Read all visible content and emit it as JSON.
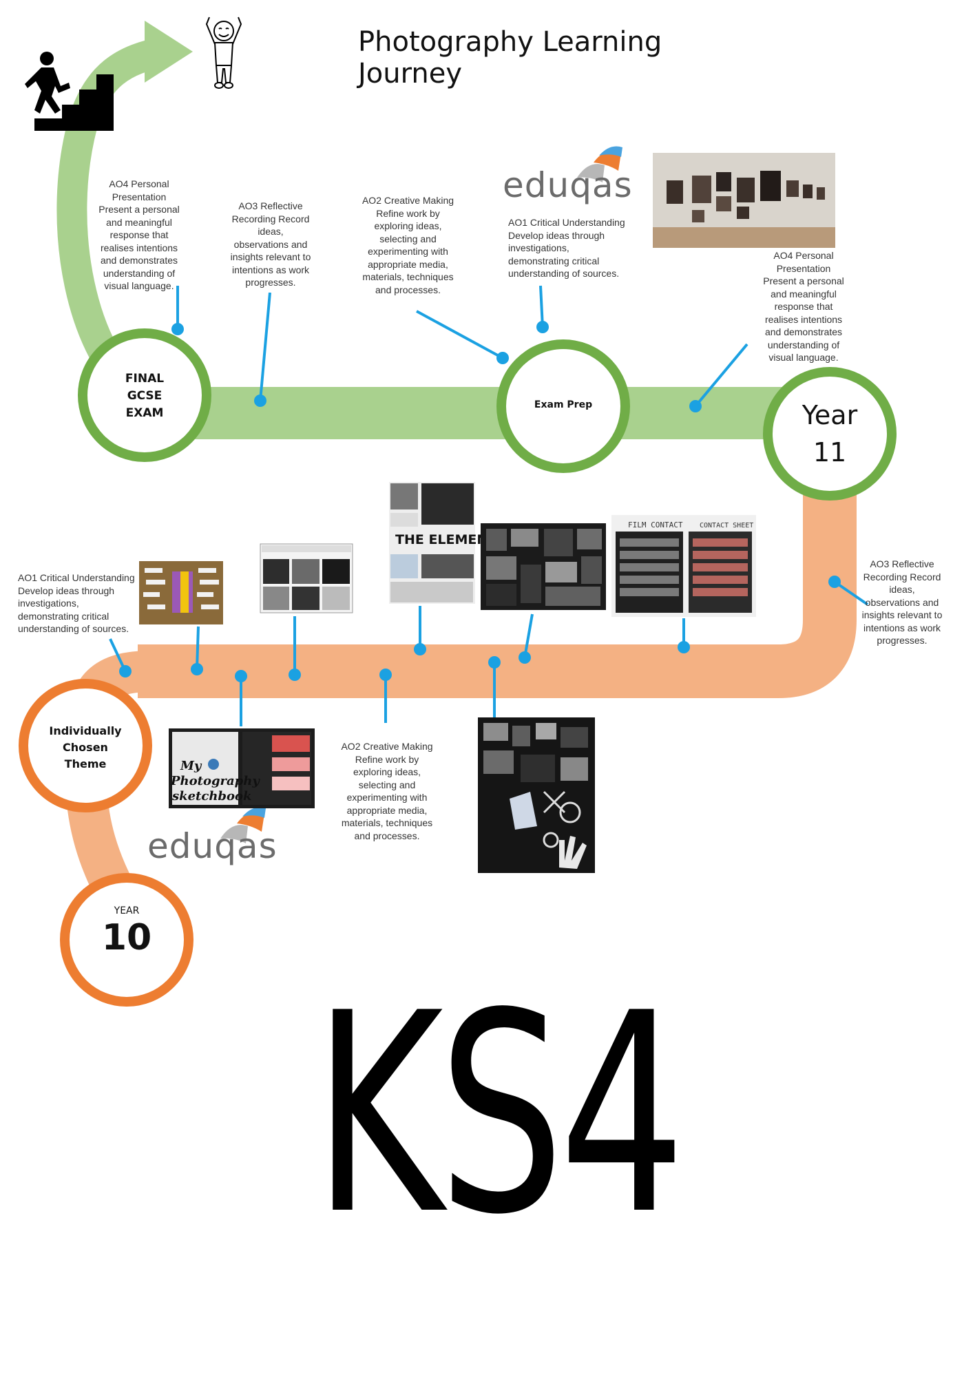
{
  "title": "Photography Learning Journey",
  "colors": {
    "green_path": "#a9d18e",
    "green_ring": "#70ad47",
    "orange_path": "#f4b183",
    "orange_ring": "#ed7d31",
    "connector": "#1ba1e2"
  },
  "icons": [
    "stairs-climber-icon",
    "cheering-person-icon",
    "up-arrow-icon"
  ],
  "nodes": {
    "final": [
      "FINAL",
      "GCSE",
      "EXAM"
    ],
    "exam_prep": "Exam Prep",
    "year11": [
      "Year",
      "11"
    ],
    "theme": [
      "Individually",
      "Chosen",
      "Theme"
    ],
    "year10": [
      "YEAR",
      "10"
    ]
  },
  "logos": {
    "top": "eduqas",
    "bottom": "eduqas"
  },
  "notes": {
    "ao4_top_left": [
      "AO4 Personal",
      "Presentation",
      "Present a personal",
      "and meaningful",
      "response that",
      "realises intentions",
      "and demonstrates",
      "understanding of",
      "visual language."
    ],
    "ao3_top": [
      "AO3 Reflective",
      "Recording Record",
      "ideas,",
      "observations and",
      "insights relevant to",
      "intentions as work",
      "progresses."
    ],
    "ao2_top": [
      "AO2 Creative Making",
      "Refine work by",
      "exploring ideas,",
      "selecting and",
      "experimenting with",
      "appropriate media,",
      "materials, techniques",
      "and processes."
    ],
    "ao1_top": [
      "AO1 Critical Understanding",
      "Develop ideas through",
      "investigations,",
      "demonstrating critical",
      "understanding of sources."
    ],
    "ao4_right": [
      "AO4 Personal",
      "Presentation",
      "Present a personal",
      "and meaningful",
      "response that",
      "realises intentions",
      "and demonstrates",
      "understanding of",
      "visual language."
    ],
    "ao3_right": [
      "AO3 Reflective",
      "Recording Record",
      "ideas,",
      "observations and",
      "insights relevant to",
      "intentions as work",
      "progresses."
    ],
    "ao1_left": [
      "AO1 Critical Understanding",
      "Develop ideas through",
      "investigations,",
      "demonstrating critical",
      "understanding of sources."
    ],
    "ao2_bottom": [
      "AO2 Creative Making",
      "Refine work by",
      "exploring ideas,",
      "selecting and",
      "experimenting with",
      "appropriate media,",
      "materials, techniques",
      "and processes."
    ]
  },
  "photos": {
    "elements_title": "THE ELEMENTS",
    "sketchbook_title": [
      "My",
      "Photography",
      "sketchbook"
    ],
    "film_contact": "FILM CONTACT",
    "contact_sheet": "CONTACT SHEET"
  },
  "watermark": "KS4"
}
